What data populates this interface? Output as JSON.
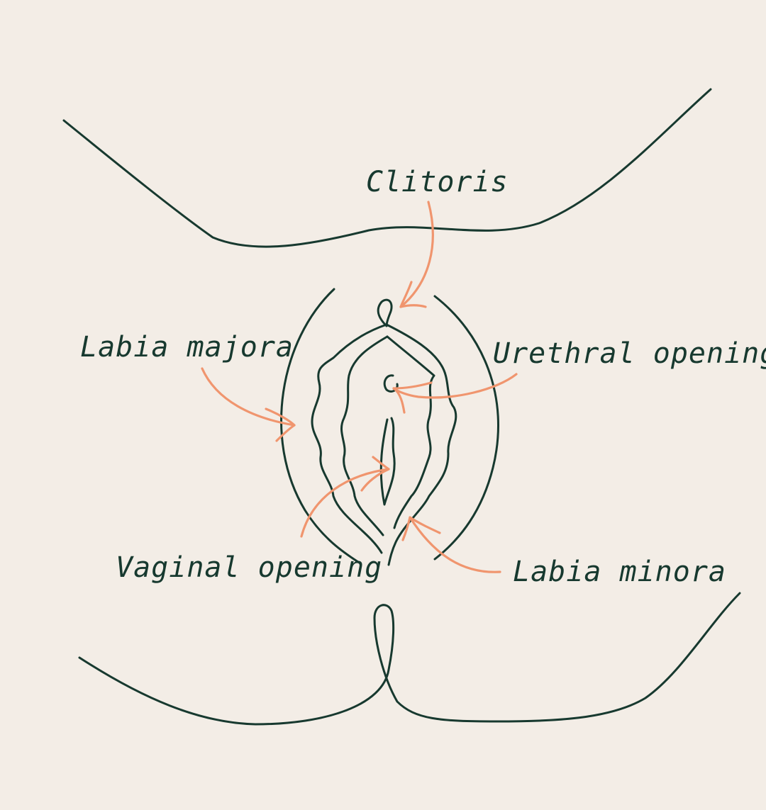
{
  "labels": {
    "clitoris": "Clitoris",
    "labia_majora": "Labia majora",
    "urethral_opening": "Urethral opening",
    "vaginal_opening": "Vaginal opening",
    "labia_minora": "Labia minora"
  },
  "colors": {
    "background": "#f3ede6",
    "ink": "#17392f",
    "accent": "#f0956e"
  }
}
